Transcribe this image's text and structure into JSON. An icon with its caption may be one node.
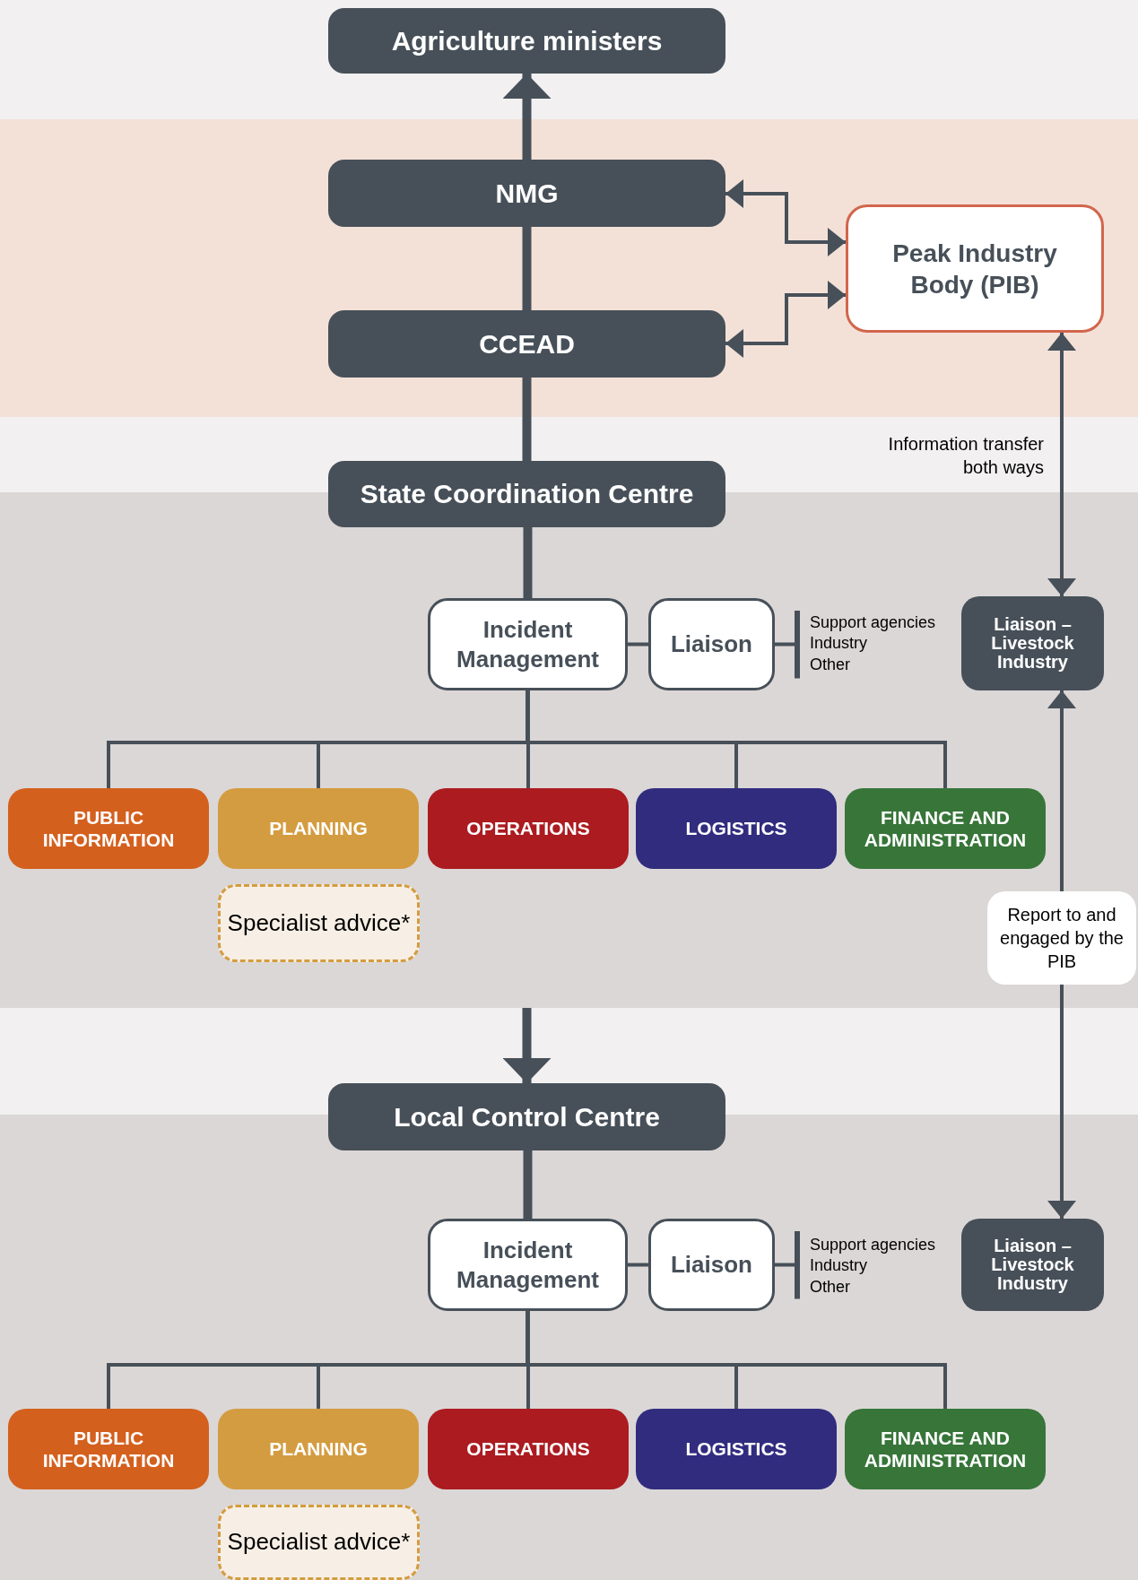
{
  "diagram": {
    "nodes": [
      {
        "text": [
          "Agriculture ministers"
        ]
      },
      {
        "text": [
          "NMG"
        ]
      },
      {
        "text": [
          "CCEAD"
        ]
      },
      {
        "text": [
          "Peak Industry Body (PIB)"
        ]
      },
      {
        "text": [
          "State Coordination Centre"
        ]
      },
      {
        "text": [
          "Incident Management"
        ]
      },
      {
        "text": [
          "Liaison"
        ]
      },
      {
        "text": [
          "Support agencies",
          "Industry",
          "Other"
        ]
      },
      {
        "text": [
          "Liaison – Livestock Industry"
        ]
      },
      {
        "text": [
          "PUBLIC INFORMATION"
        ]
      },
      {
        "text": [
          "PLANNING"
        ]
      },
      {
        "text": [
          "OPERATIONS"
        ]
      },
      {
        "text": [
          "LOGISTICS"
        ]
      },
      {
        "text": [
          "FINANCE AND ADMINISTRATION"
        ]
      },
      {
        "text": [
          "Specialist advice*"
        ]
      },
      {
        "text": [
          "Local Control Centre"
        ]
      },
      {
        "text": [
          "Incident Management"
        ]
      },
      {
        "text": [
          "Liaison"
        ]
      },
      {
        "text": [
          "Support agencies",
          "Industry",
          "Other"
        ]
      },
      {
        "text": [
          "Liaison – Livestock Industry"
        ]
      },
      {
        "text": [
          "PUBLIC INFORMATION"
        ]
      },
      {
        "text": [
          "PLANNING"
        ]
      },
      {
        "text": [
          "OPERATIONS"
        ]
      },
      {
        "text": [
          "LOGISTICS"
        ]
      },
      {
        "text": [
          "FINANCE AND ADMINISTRATION"
        ]
      },
      {
        "text": [
          "Specialist advice*"
        ]
      }
    ],
    "edges": [
      {
        "from": 1,
        "to": 0,
        "arrow": "to",
        "style": "thick"
      },
      {
        "from": 1,
        "to": 2,
        "arrow": "none",
        "style": "thick"
      },
      {
        "from": 2,
        "to": 4,
        "arrow": "none",
        "style": "thick"
      },
      {
        "from": 4,
        "to": 5,
        "arrow": "none",
        "style": "thick"
      },
      {
        "from": 1,
        "to": 3,
        "arrow": "both"
      },
      {
        "from": 2,
        "to": 3,
        "arrow": "both"
      },
      {
        "from": 3,
        "to": 8,
        "arrow": "both",
        "label": "Information transfer both ways"
      },
      {
        "from": 5,
        "to": 6,
        "arrow": "none"
      },
      {
        "from": 6,
        "to": 7,
        "arrow": "other"
      },
      {
        "from": 5,
        "to": 9,
        "arrow": "none"
      },
      {
        "from": 5,
        "to": 10,
        "arrow": "none"
      },
      {
        "from": 5,
        "to": 11,
        "arrow": "none"
      },
      {
        "from": 5,
        "to": 12,
        "arrow": "none"
      },
      {
        "from": 5,
        "to": 13,
        "arrow": "none"
      },
      {
        "from": null,
        "to": 15,
        "arrow": "to",
        "style": "thick"
      },
      {
        "from": 8,
        "to": 19,
        "arrow": "both",
        "label": "Report to and engaged by the PIB"
      },
      {
        "from": 15,
        "to": 16,
        "arrow": "none",
        "style": "thick"
      },
      {
        "from": 16,
        "to": 17,
        "arrow": "none"
      },
      {
        "from": 17,
        "to": 18,
        "arrow": "other"
      },
      {
        "from": 16,
        "to": 20,
        "arrow": "none"
      },
      {
        "from": 16,
        "to": 21,
        "arrow": "none"
      },
      {
        "from": 16,
        "to": 22,
        "arrow": "none"
      },
      {
        "from": 16,
        "to": 23,
        "arrow": "none"
      },
      {
        "from": 16,
        "to": 24,
        "arrow": "none"
      }
    ]
  }
}
